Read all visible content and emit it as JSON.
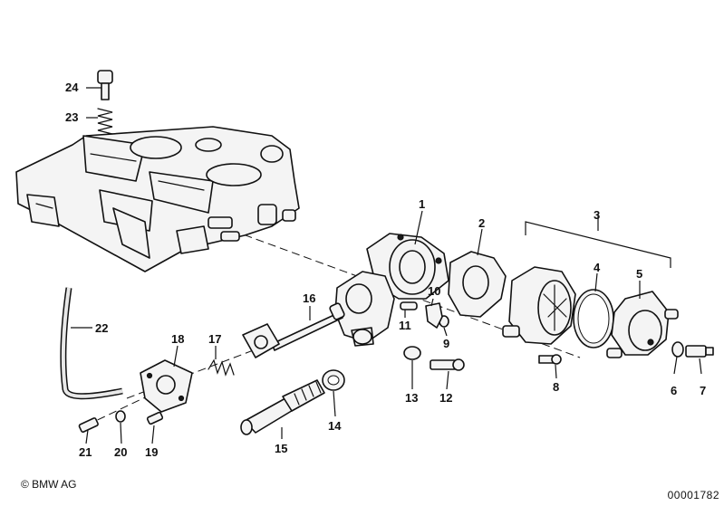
{
  "callouts": {
    "c1": "1",
    "c2": "2",
    "c3": "3",
    "c4": "4",
    "c5": "5",
    "c6": "6",
    "c7": "7",
    "c8": "8",
    "c9": "9",
    "c10": "10",
    "c11": "11",
    "c12": "12",
    "c13": "13",
    "c14": "14",
    "c15": "15",
    "c16": "16",
    "c17": "17",
    "c18": "18",
    "c19": "19",
    "c20": "20",
    "c21": "21",
    "c22": "22",
    "c23": "23",
    "c24": "24"
  },
  "footer": {
    "copyright": "© BMW AG",
    "doc_number": "00001782"
  }
}
